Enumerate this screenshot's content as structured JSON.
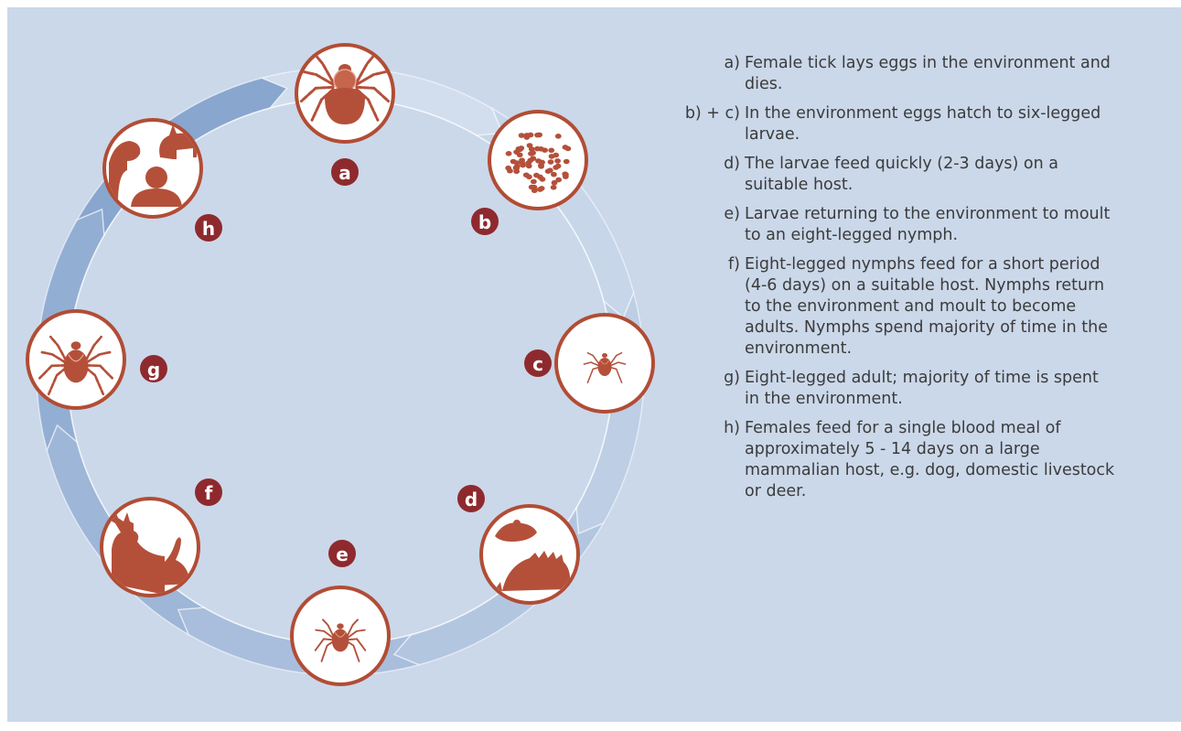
{
  "colors": {
    "background": "#cbd8ea",
    "ring_dark": "#7d9dc9",
    "ring_light": "#e4ecf6",
    "circle_outline": "#b14d35",
    "icon_fill": "#b4503a",
    "badge_fill": "#8e2a2e",
    "text": "#3b3b3b"
  },
  "stages": [
    {
      "letter": "a",
      "icon": "engorged-female-tick-icon"
    },
    {
      "letter": "b",
      "icon": "tick-eggs-icon"
    },
    {
      "letter": "c",
      "icon": "larva-tick-icon"
    },
    {
      "letter": "d",
      "icon": "rodent-hedgehog-icon"
    },
    {
      "letter": "e",
      "icon": "nymph-tick-icon"
    },
    {
      "letter": "f",
      "icon": "deer-rabbit-icon"
    },
    {
      "letter": "g",
      "icon": "adult-tick-icon"
    },
    {
      "letter": "h",
      "icon": "dog-fox-human-icon"
    }
  ],
  "legend": [
    {
      "key": "a)",
      "text": "Female tick lays eggs in the environment and dies."
    },
    {
      "key": "b) + c)",
      "text": "In the environment eggs hatch to six-legged larvae."
    },
    {
      "key": "d)",
      "text": "The larvae feed quickly (2-3 days) on a suitable host."
    },
    {
      "key": "e)",
      "text": "Larvae returning to the environment to moult to an eight-legged nymph."
    },
    {
      "key": "f)",
      "text": "Eight-legged nymphs feed for a short period (4-6 days) on a suitable host. Nymphs return to the environment and moult to become adults. Nymphs spend majority of time in the environment."
    },
    {
      "key": "g)",
      "text": "Eight-legged adult; majority of time is spent in the environment."
    },
    {
      "key": "h)",
      "text": "Females feed for a single blood meal of approximately 5 - 14 days on a large mammalian host, e.g. dog, domestic livestock or deer."
    }
  ]
}
